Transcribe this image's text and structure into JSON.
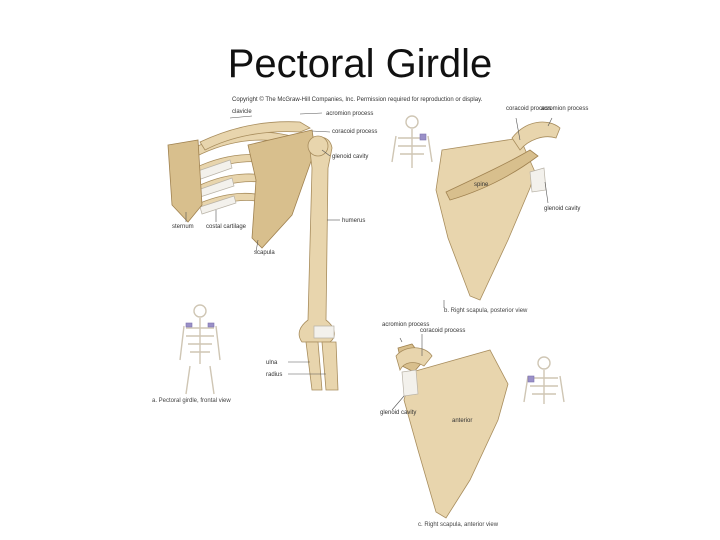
{
  "title": "Pectoral Girdle",
  "copyright": "Copyright © The McGraw-Hill Companies, Inc. Permission required for reproduction or display.",
  "labels": {
    "clavicle": "clavicle",
    "acromion_a": "acromion process",
    "coracoid_a": "coracoid process",
    "glenoid_a": "glenoid cavity",
    "humerus": "humerus",
    "sternum": "sternum",
    "costal": "costal cartilage",
    "scapula": "scapula",
    "ulna": "ulna",
    "radius": "radius",
    "coracoid_b": "coracoid process",
    "acromion_b": "acromion process",
    "spine": "spine",
    "glenoid_b": "glenoid cavity",
    "acromion_c": "acromion process",
    "coracoid_c": "coracoid process",
    "glenoid_c": "glenoid cavity",
    "anterior": "anterior"
  },
  "captions": {
    "a": "a. Pectoral girdle, frontal view",
    "b": "b. Right scapula, posterior view",
    "c": "c. Right scapula, anterior view"
  },
  "colors": {
    "bone": "#e8d5ad",
    "cartilage": "#f3f1ec",
    "highlight": "#9a90c8"
  }
}
